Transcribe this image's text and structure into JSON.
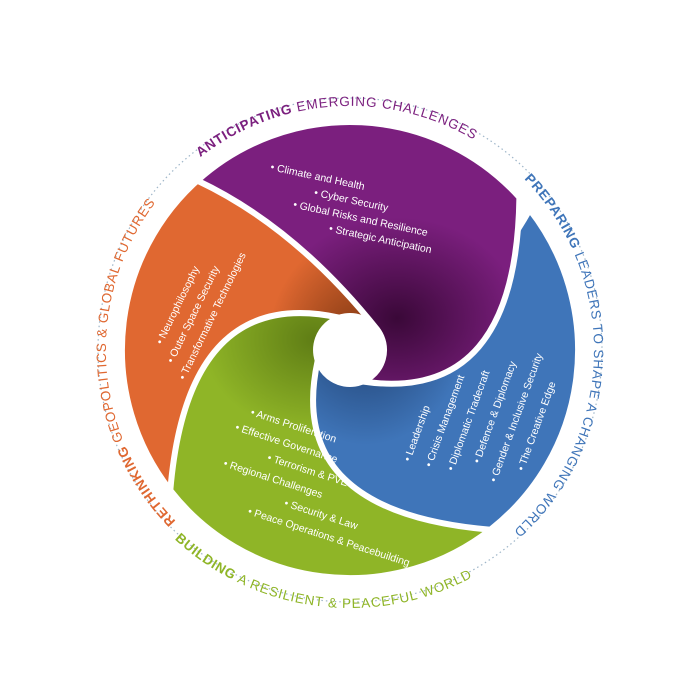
{
  "colors": {
    "purple": "#7b1f7e",
    "blue": "#3f75b9",
    "green": "#8fb527",
    "orange": "#e06831"
  },
  "sections": {
    "anticipating": {
      "title_bold": "ANTICIPATING",
      "title_rest": "EMERGING CHALLENGES",
      "items": [
        "• Climate and Health",
        "• Cyber Security",
        "• Global Risks and Resilience",
        "• Strategic Anticipation"
      ]
    },
    "preparing": {
      "title_bold": "PREPARING",
      "title_rest": "LEADERS TO SHAPE A CHANGING WORLD",
      "items": [
        "• Leadership",
        "• Crisis Management",
        "• Diplomatic Tradecraft",
        "• Defence & Diplomacy",
        "• Gender & Inclusive Security",
        "• The Creative Edge"
      ]
    },
    "building": {
      "title_bold": "BUILDING",
      "title_rest": "A RESILIENT & PEACEFUL WORLD",
      "items": [
        "• Arms Proliferation",
        "• Effective Governance",
        "• Terrorism & PVE",
        "• Regional Challenges",
        "• Security & Law",
        "• Peace Operations & Peacebuilding"
      ]
    },
    "rethinking": {
      "title_bold": "RETHINKING",
      "title_rest": "GEOPOLITICS & GLOBAL FUTURES",
      "items": [
        "• Neurophilosophy",
        "• Outer Space Security",
        "• Transformative Technologies"
      ]
    }
  }
}
